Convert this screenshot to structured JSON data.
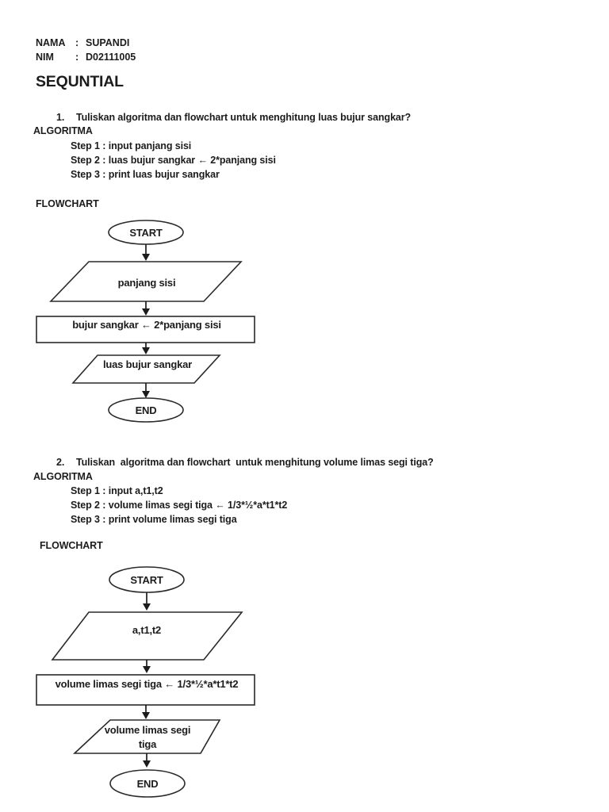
{
  "page": {
    "background": "#ffffff",
    "text_color": "#1c1c1c",
    "shape_stroke": "#2a2a2a"
  },
  "header": {
    "rows": [
      {
        "label": "NAMA",
        "separator": ":",
        "value": "SUPANDI"
      },
      {
        "label": "NIM",
        "separator": ":",
        "value": "D02111005"
      }
    ],
    "title": "SEQUNTIAL"
  },
  "sections": [
    {
      "number": "1.",
      "question": "Tuliskan algoritma dan flowchart untuk menghitung luas bujur sangkar?",
      "algorithm_label": "ALGORITMA",
      "steps": [
        "Step 1 : input panjang sisi",
        "Step 2 : luas bujur sangkar ← 2*panjang sisi",
        "Step 3 : print luas bujur sangkar"
      ],
      "flowchart_label": "FLOWCHART",
      "flowchart": {
        "start": "START",
        "input": "panjang sisi",
        "process": "bujur sangkar ← 2*panjang sisi",
        "output": "luas bujur sangkar",
        "end": "END"
      }
    },
    {
      "number": "2.",
      "question": "Tuliskan  algoritma dan flowchart  untuk menghitung volume limas segi tiga?",
      "algorithm_label": "ALGORITMA",
      "steps": [
        "Step 1 : input a,t1,t2",
        "Step 2 : volume limas segi tiga ← 1/3*½*a*t1*t2",
        "Step 3 : print volume limas segi tiga"
      ],
      "flowchart_label": "FLOWCHART",
      "flowchart": {
        "start": "START",
        "input": "a,t1,t2",
        "process": "volume limas segi tiga ← 1/3*½*a*t1*t2",
        "output_line1": "volume limas segi",
        "output_line2": "tiga",
        "end": "END"
      }
    }
  ]
}
